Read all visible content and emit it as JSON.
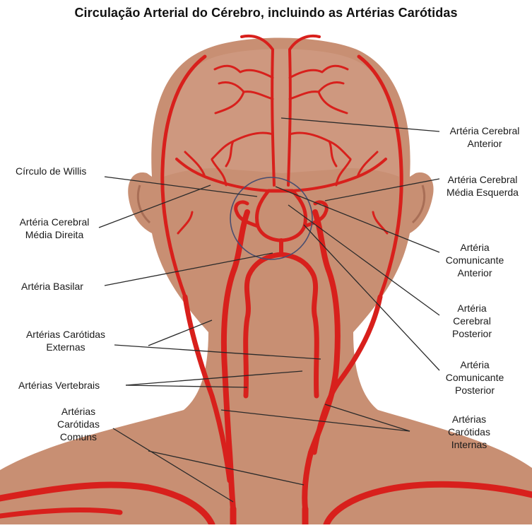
{
  "title": "Circulação Arterial do Cérebro, incluindo as Artérias Carótidas",
  "colors": {
    "skin": "#c88f73",
    "artery": "#d8201c",
    "circle": "#4a4e70",
    "line": "#2a2a2a"
  },
  "labels": {
    "cerebral_anterior": [
      "Artéria Cerebral",
      "Anterior"
    ],
    "willis": [
      "Círculo de Willis"
    ],
    "media_esquerda": [
      "Artéria Cerebral",
      "Média Esquerda"
    ],
    "media_direita": [
      "Artéria Cerebral",
      "Média Direita"
    ],
    "comunicante_anterior": [
      "Artéria",
      "Comunicante",
      "Anterior"
    ],
    "basilar": [
      "Artéria Basilar"
    ],
    "cerebral_posterior": [
      "Artéria",
      "Cerebral",
      "Posterior"
    ],
    "carotidas_externas": [
      "Artérias Carótidas",
      "Externas"
    ],
    "comunicante_posterior": [
      "Artéria",
      "Comunicante",
      "Posterior"
    ],
    "vertebrais": [
      "Artérias Vertebrais"
    ],
    "carotidas_comuns": [
      "Artérias",
      "Carótidas",
      "Comuns"
    ],
    "carotidas_internas": [
      "Artérias",
      "Carótidas",
      "Internas"
    ]
  }
}
